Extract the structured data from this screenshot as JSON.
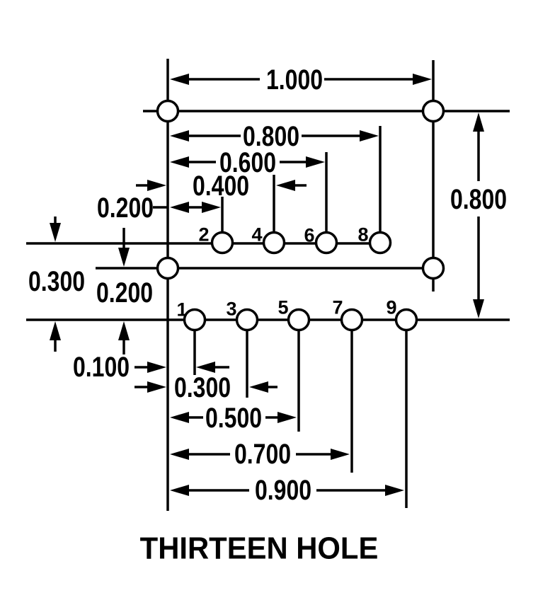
{
  "page": {
    "background_color": "#ffffff",
    "ink_color": "#000000"
  },
  "drawing": {
    "title": "THIRTEEN HOLE",
    "horizontal_dims_top": {
      "d1000": "1.000",
      "d0800": "0.800",
      "d0600": "0.600",
      "d0400": "0.400",
      "d0200": "0.200"
    },
    "vertical_dims_left": {
      "d0300": "0.300",
      "d0200": "0.200"
    },
    "vertical_dim_right": {
      "d0800": "0.800"
    },
    "horizontal_dims_bottom": {
      "d0100": "0.100",
      "d0300": "0.300",
      "d0500": "0.500",
      "d0700": "0.700",
      "d0900": "0.900"
    },
    "hole_labels": {
      "h1": "1",
      "h2": "2",
      "h3": "3",
      "h4": "4",
      "h5": "5",
      "h6": "6",
      "h7": "7",
      "h8": "8",
      "h9": "9"
    }
  }
}
